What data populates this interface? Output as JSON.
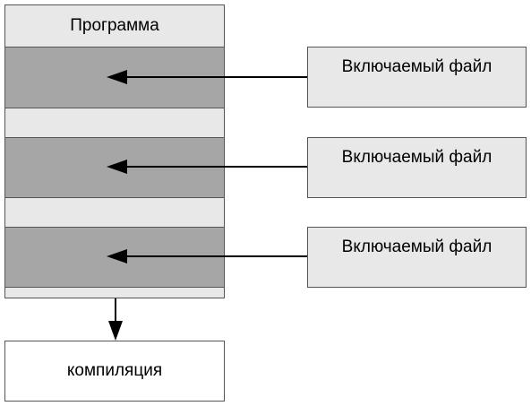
{
  "program": {
    "title": "Программа"
  },
  "included_files": [
    {
      "label": "Включаемый файл"
    },
    {
      "label": "Включаемый файл"
    },
    {
      "label": "Включаемый файл"
    }
  ],
  "compilation": {
    "label": "компиляция"
  },
  "colors": {
    "program_light": "#e8e8e8",
    "include_block": "#a6a6a6",
    "file_box": "#e8e8e8",
    "output_box": "#ffffff",
    "border": "#555555",
    "arrow": "#000000",
    "text": "#000000"
  }
}
